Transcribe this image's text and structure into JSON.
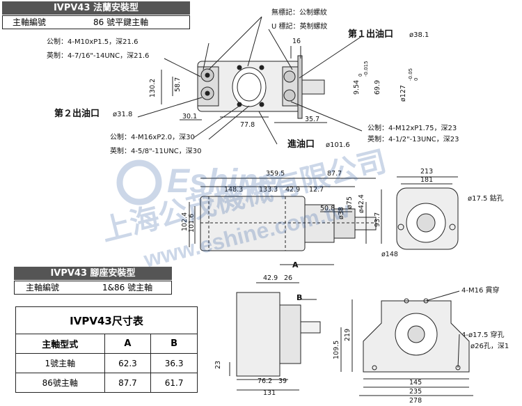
{
  "flange": {
    "title": "IVPV43 法蘭安裝型",
    "shaft_label": "主軸編號",
    "shaft_value": "86 號平鍵主軸"
  },
  "foot": {
    "title": "IVPV43 腳座安裝型",
    "shaft_label": "主軸編號",
    "shaft_value": "1&86 號主軸"
  },
  "notes": {
    "no_mark": "無標記：公制螺紋",
    "u_mark": "U 標記：英制螺紋"
  },
  "callouts": {
    "outlet1": "第１出油口",
    "outlet1_dia": "ø38.1",
    "outlet2": "第２出油口",
    "outlet2_dia": "ø31.8",
    "inlet": "進油口",
    "inlet_dia": "ø101.6",
    "m10_metric": "公制：4-M10xP1.5，深21.6",
    "m10_imperial": "英制：4-7/16\"-14UNC，深21.6",
    "m16_metric": "公制：4-M16xP2.0，深30",
    "m16_imperial": "英制：4-5/8\"-11UNC，深30",
    "m12_metric": "公制：4-M12xP1.75，深23",
    "m12_imperial": "英制：4-1/2\"-13UNC，深23",
    "hole_175_seat": "ø17.5 鈷孔",
    "m16_through": "4-M16 貫穿",
    "hole_175_through": "4-ø17.5 穿孔",
    "counterbore": "ø26孔，深1"
  },
  "dims_top": [
    "16",
    "130.2",
    "58.7",
    "30.1",
    "77.8",
    "35.7",
    "9.54",
    "-0.015",
    "69.9",
    "ø127",
    "-0.05",
    "0"
  ],
  "dims_side": [
    "359.5",
    "87.7",
    "148.3",
    "133.3",
    "42.9",
    "12.7",
    "50.8",
    "102.4",
    "101.6",
    "ø38",
    "ø75",
    "ø42.4",
    "93.7",
    "ø148",
    "213",
    "181"
  ],
  "dims_foot": [
    "42.9",
    "26",
    "A",
    "B",
    "23",
    "76.2",
    "39",
    "131",
    "219",
    "109.5",
    "145",
    "235",
    "278"
  ],
  "watermark": {
    "brand": "Eshine",
    "cn": "上海公茂機械有限公司",
    "url": "www.eshine.com.tw"
  },
  "table": {
    "title": "IVPV43尺寸表",
    "headers": [
      "主軸型式",
      "A",
      "B"
    ],
    "rows": [
      [
        "1號主軸",
        "62.3",
        "36.3"
      ],
      [
        "86號主軸",
        "87.7",
        "61.7"
      ]
    ]
  }
}
